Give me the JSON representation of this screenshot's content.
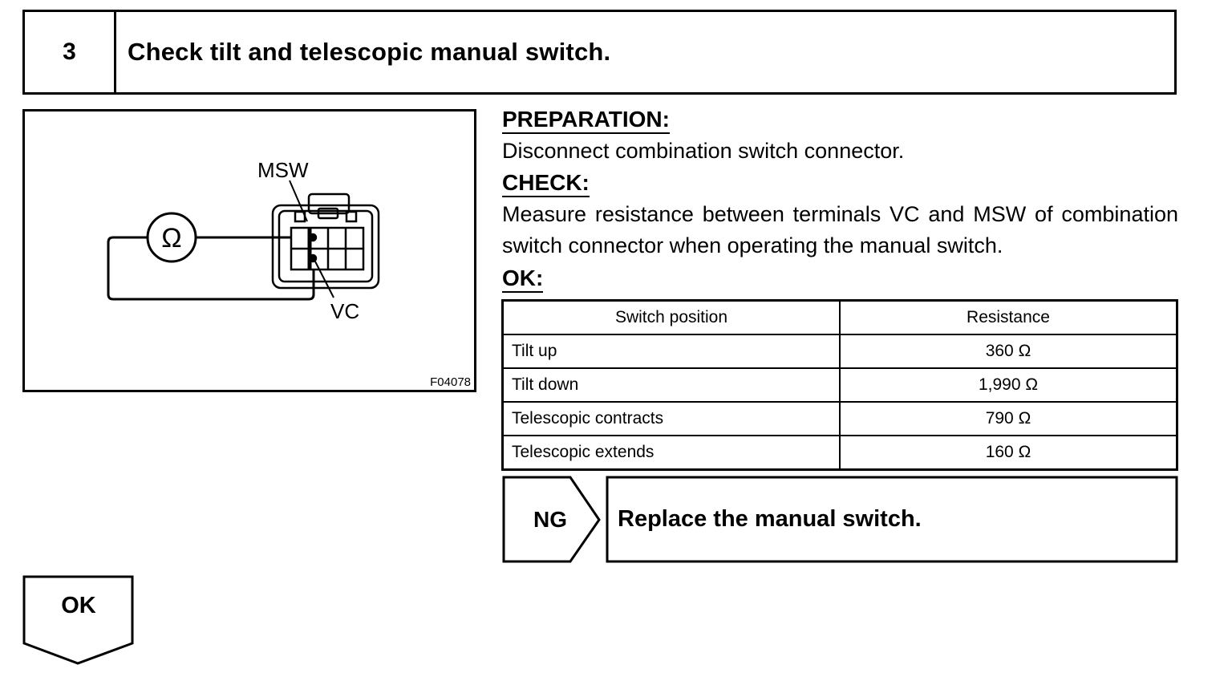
{
  "step": {
    "number": "3",
    "title": "Check tilt and telescopic manual switch."
  },
  "diagram": {
    "meter_symbol": "Ω",
    "terminal_labels": {
      "msw": "MSW",
      "vc": "VC"
    },
    "figure_code": "F04078",
    "icons": [
      "ohmmeter-icon",
      "connector-icon"
    ]
  },
  "procedure": {
    "preparation_heading": "PREPARATION:",
    "preparation_text": "Disconnect combination switch connector.",
    "check_heading": "CHECK:",
    "check_text": "Measure resistance between terminals VC and MSW of combination switch connector when operating the manual switch.",
    "ok_heading": "OK:"
  },
  "spec_table": {
    "headers": [
      "Switch position",
      "Resistance"
    ],
    "rows": [
      {
        "position": "Tilt up",
        "resistance": "360 Ω"
      },
      {
        "position": "Tilt down",
        "resistance": "1,990 Ω"
      },
      {
        "position": "Telescopic contracts",
        "resistance": "790 Ω"
      },
      {
        "position": "Telescopic extends",
        "resistance": "160 Ω"
      }
    ]
  },
  "ng_result": {
    "label": "NG",
    "action": "Replace the manual switch."
  },
  "ok_result": {
    "label": "OK"
  }
}
